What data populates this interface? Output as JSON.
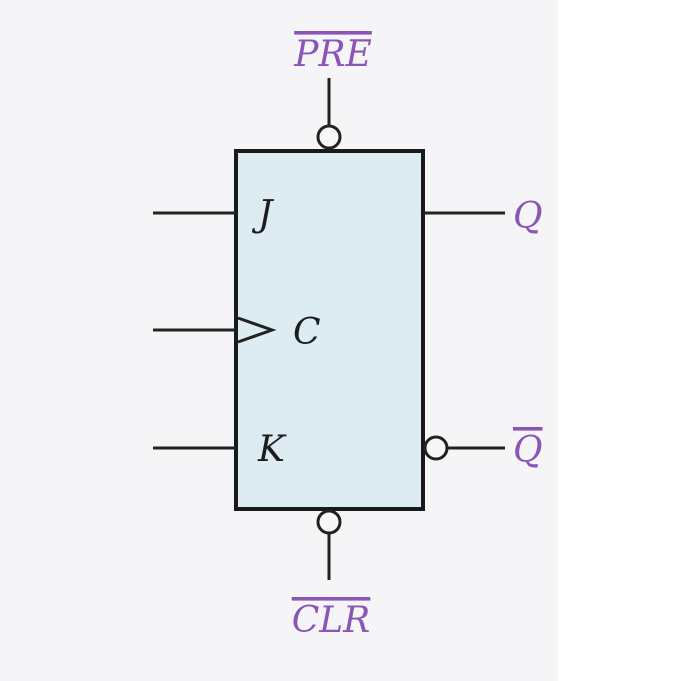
{
  "colors": {
    "page_background": "#f5f5f7",
    "body_fill": "#dcecf2",
    "body_stroke": "#1a1a1a",
    "wire": "#222222",
    "label_black": "#1c1c1c",
    "label_purple": "#8a55b8"
  },
  "labels": {
    "preset": "PRE",
    "clear": "CLR",
    "input_j": "J",
    "input_clock": "C",
    "input_k": "K",
    "output_q": "Q",
    "output_q_bar": "Q"
  }
}
